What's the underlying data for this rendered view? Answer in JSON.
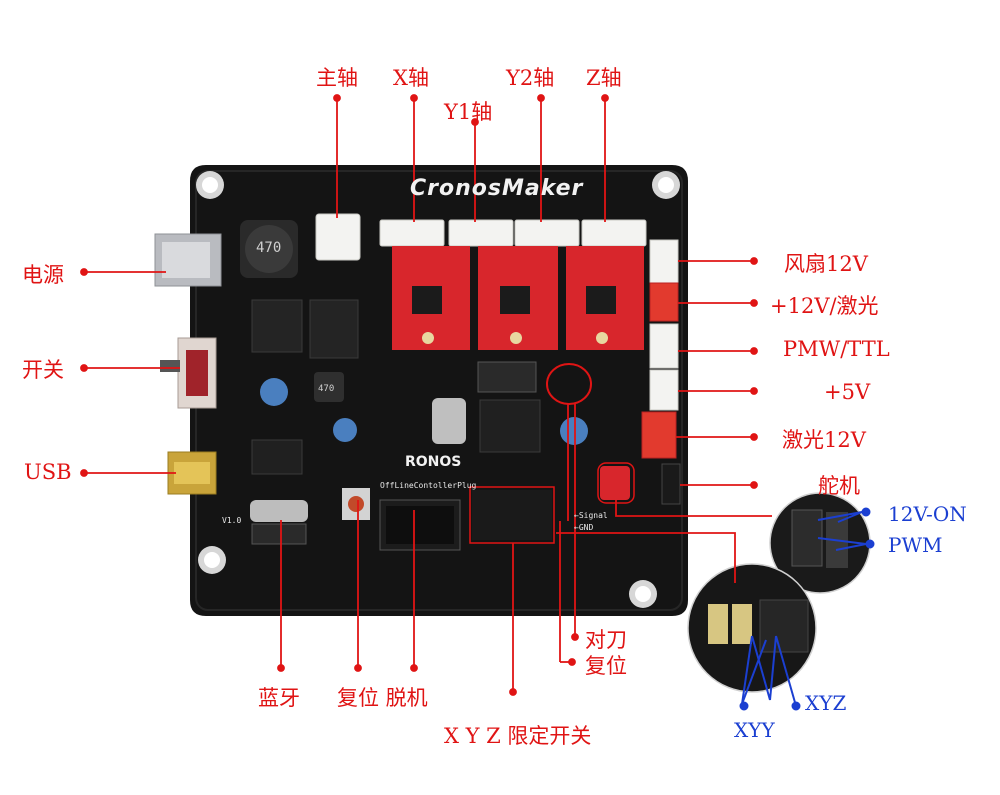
{
  "board": {
    "brand": "CronosMaker",
    "logo_text": "RONOS",
    "header_label": "OffLineContollerPlug",
    "signal_label": "←Signal",
    "gnd_label": "←GND",
    "inductor_marking": "470",
    "inductor_marking_2": "470",
    "version_label": "V1.0",
    "colors": {
      "pcb": "#141414",
      "driver": "#d8262c",
      "connector": "#f3f3f1",
      "callout": "#e01414",
      "annotation": "#1b3fd1"
    }
  },
  "callouts": {
    "spindle": "主轴",
    "x_axis": "X轴",
    "y1_axis": "Y1轴",
    "y2_axis": "Y2轴",
    "z_axis": "Z轴",
    "power": "电源",
    "switch": "开关",
    "usb": "USB",
    "fan": "风扇12V",
    "laser12_plus": "+12V/激光",
    "pwm_ttl": "PMW/TTL",
    "plus5v": "+5V",
    "laser12": "激光12V",
    "servo": "舵机",
    "probe": "对刀",
    "reset_pin": "复位",
    "bluetooth": "蓝牙",
    "reset_offline": "复位 脱机",
    "limit_switch": "X Y Z 限定开关"
  },
  "insets": {
    "servo_12v": "12V-ON",
    "servo_pwm": "PWM",
    "limit_xyz": "XYZ",
    "limit_xyy": "XYY"
  }
}
